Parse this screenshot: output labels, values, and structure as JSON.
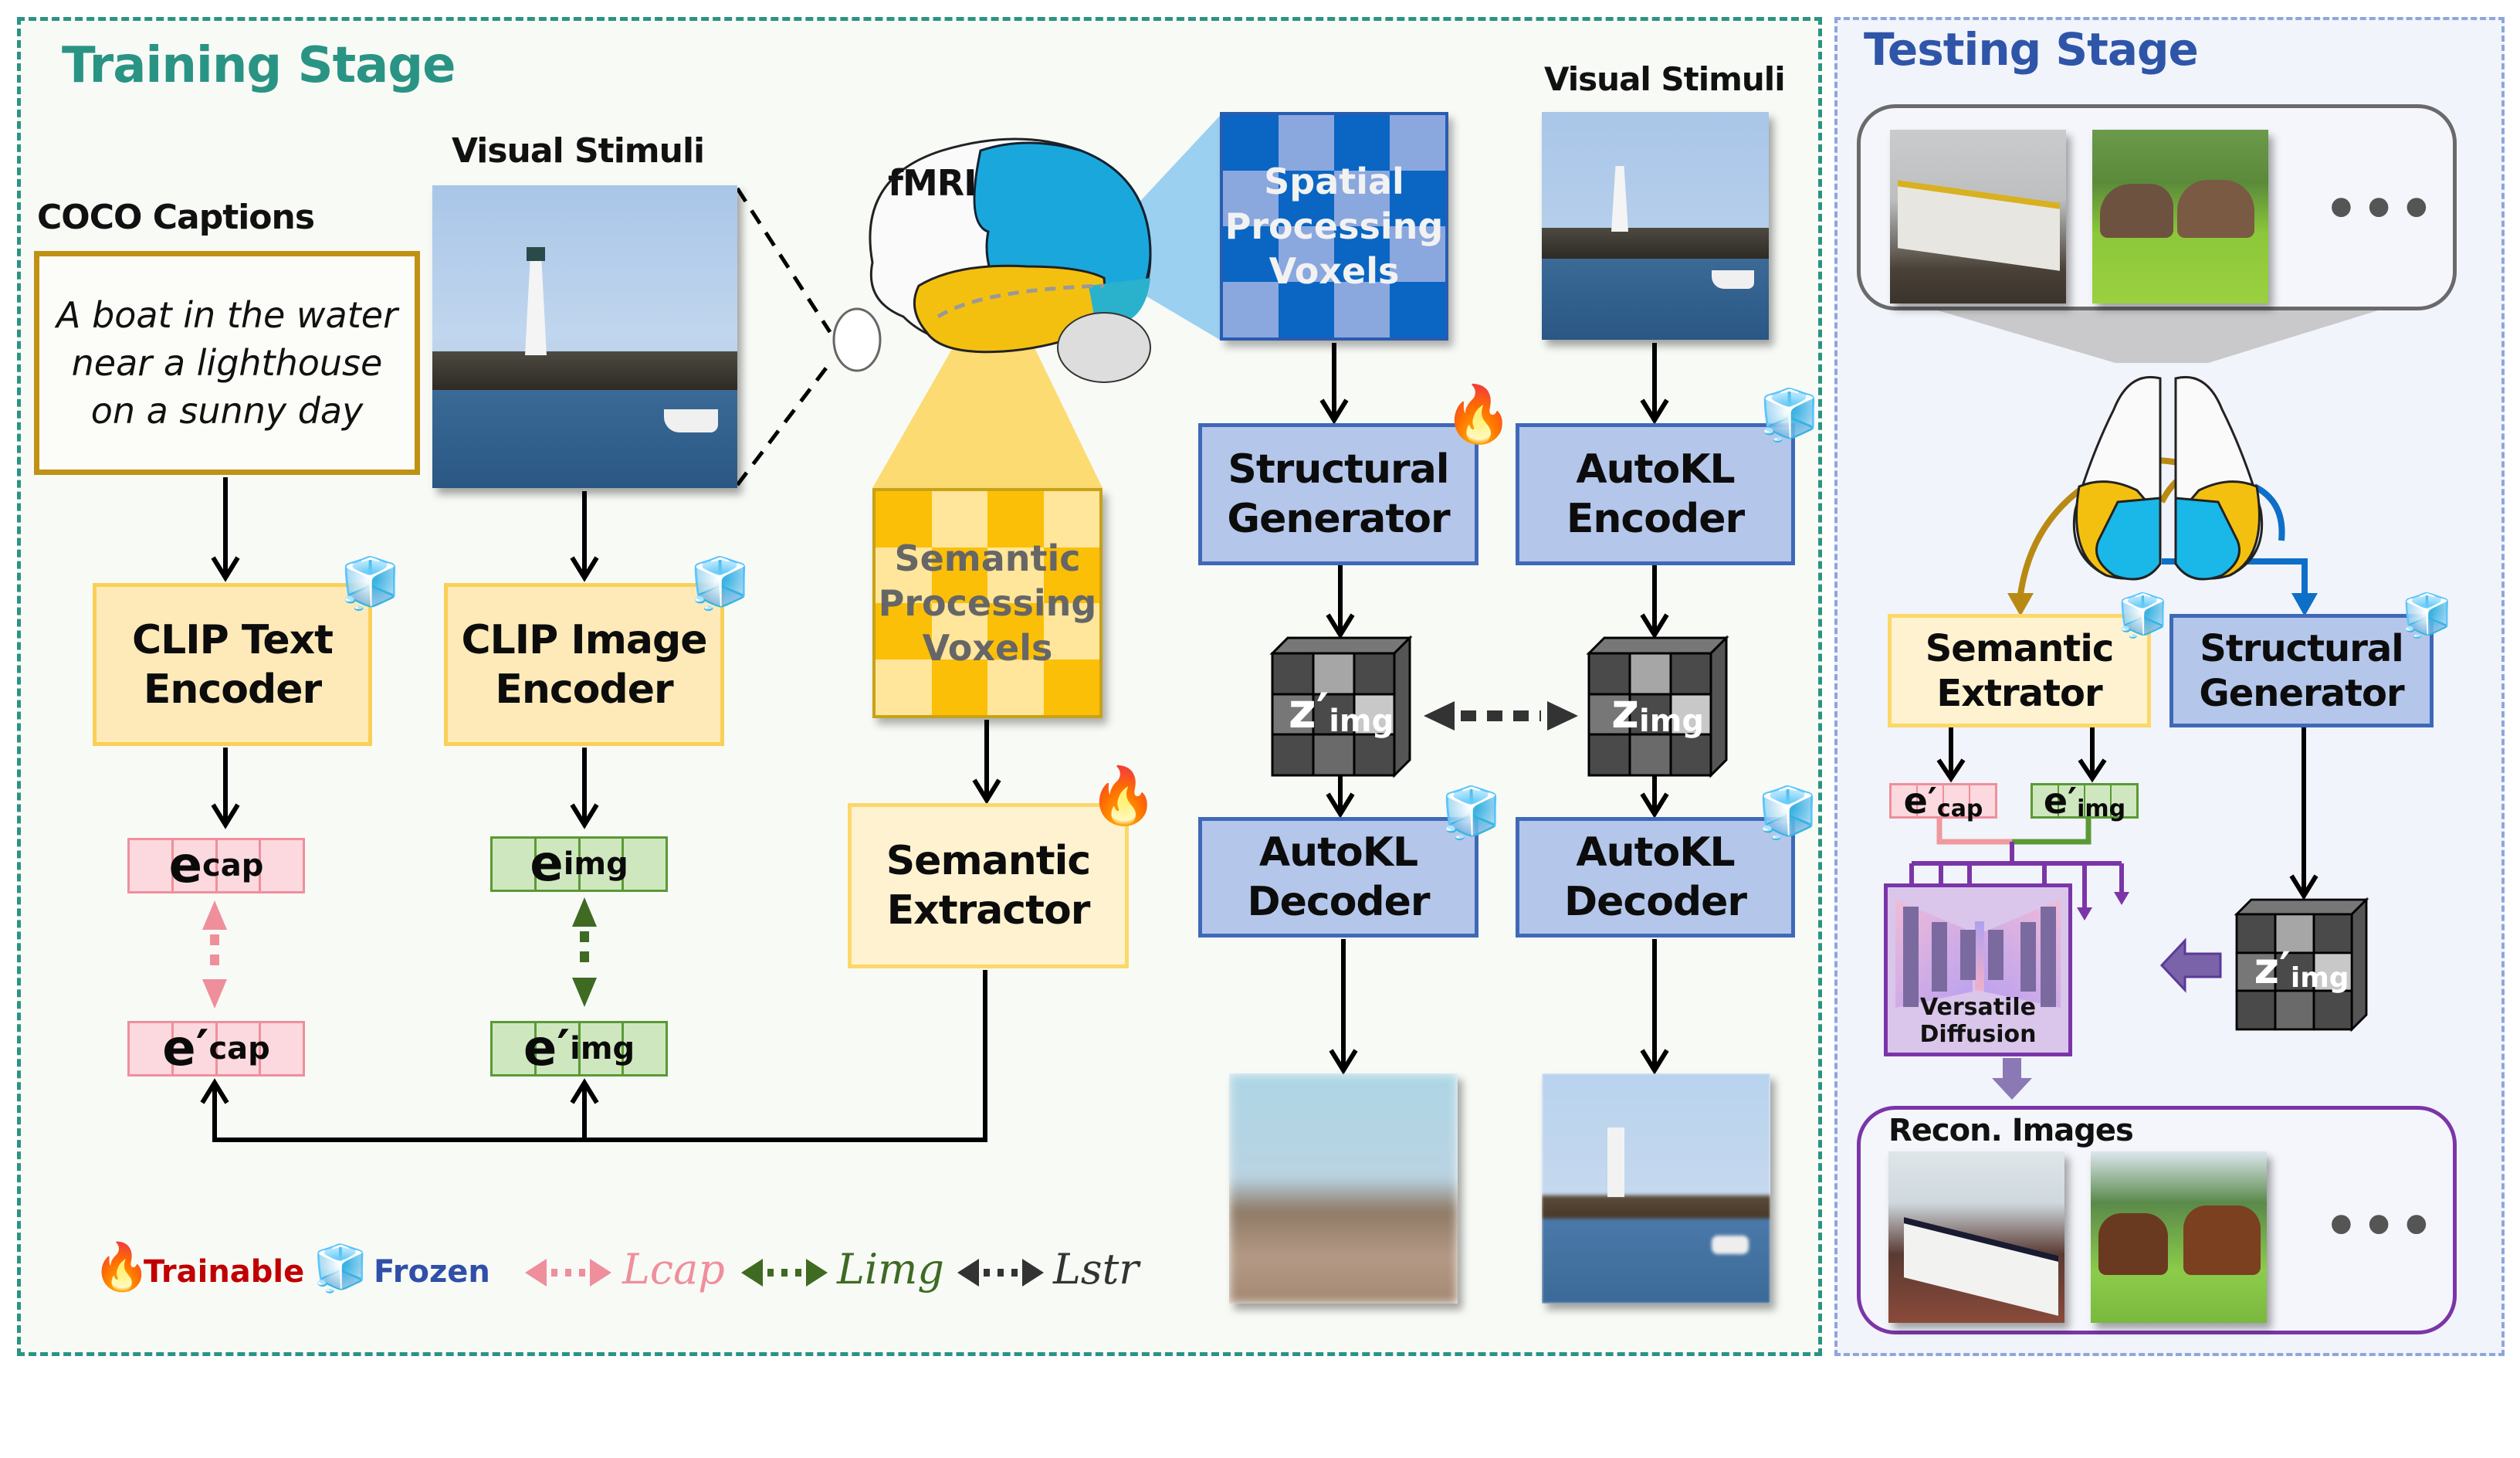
{
  "training": {
    "title": "Training Stage",
    "title_color": "#2a9484",
    "coco_label": "COCO Captions",
    "caption_text": "A boat in the water near a lighthouse on a sunny day",
    "visual_stimuli_label": "Visual Stimuli",
    "visual_stimuli_label_2": "Visual Stimuli",
    "fmri_label": "fMRI",
    "clip_text_encoder": "CLIP Text Encoder",
    "clip_image_encoder": "CLIP Image Encoder",
    "semantic_voxels": "Semantic Processing Voxels",
    "spatial_voxels": "Spatial Processing Voxels",
    "semantic_extractor": "Semantic Extractor",
    "structural_generator": "Structural Generator",
    "autokl_encoder": "AutoKL Encoder",
    "autokl_decoder_1": "AutoKL Decoder",
    "autokl_decoder_2": "AutoKL Decoder",
    "e_cap": {
      "base": "e",
      "sub": "cap"
    },
    "e_img": {
      "base": "e",
      "sub": "img"
    },
    "e_cap_pred": {
      "base": "e′",
      "sub": "cap"
    },
    "e_img_pred": {
      "base": "e′",
      "sub": "img"
    },
    "z_img_pred": {
      "base": "z′",
      "sub": "img"
    },
    "z_img": {
      "base": "z",
      "sub": "img"
    },
    "modules": [
      {
        "name": "CLIP Text Encoder",
        "status": "frozen"
      },
      {
        "name": "CLIP Image Encoder",
        "status": "frozen"
      },
      {
        "name": "Semantic Extractor",
        "status": "trainable"
      },
      {
        "name": "Structural Generator",
        "status": "trainable"
      },
      {
        "name": "AutoKL Encoder",
        "status": "frozen"
      },
      {
        "name": "AutoKL Decoder (predicted)",
        "status": "frozen"
      },
      {
        "name": "AutoKL Decoder (ground truth)",
        "status": "frozen"
      }
    ]
  },
  "legend": {
    "trainable": "Trainable",
    "frozen": "Frozen",
    "loss_cap": "Lcap",
    "loss_img": "Limg",
    "loss_str": "Lstr",
    "trainable_color": "#c00000",
    "frozen_color": "#2f4fa8",
    "cap_color": "#ef8f9c",
    "img_color": "#3e6a22",
    "str_color": "#333333"
  },
  "testing": {
    "title": "Testing Stage",
    "title_color": "#2f55a8",
    "semantic_extractor": "Semantic Extrator",
    "structural_generator": "Structural Generator",
    "e_cap_pred": {
      "base": "e′",
      "sub": "cap"
    },
    "e_img_pred": {
      "base": "e′",
      "sub": "img"
    },
    "z_img_pred": {
      "base": "z′",
      "sub": "img"
    },
    "versatile_diffusion": "Versatile Diffusion",
    "recon_label": "Recon. Images",
    "more_inputs": "•••",
    "more_outputs": "•••",
    "input_images": [
      "train at station",
      "elephants in grassland"
    ],
    "recon_images": [
      "reconstructed train",
      "reconstructed animals in grassland"
    ]
  },
  "colors": {
    "semantic_yellow": "#f9c10a",
    "spatial_blue": "#1a9fd8",
    "vd_purple": "#7b35a8"
  }
}
